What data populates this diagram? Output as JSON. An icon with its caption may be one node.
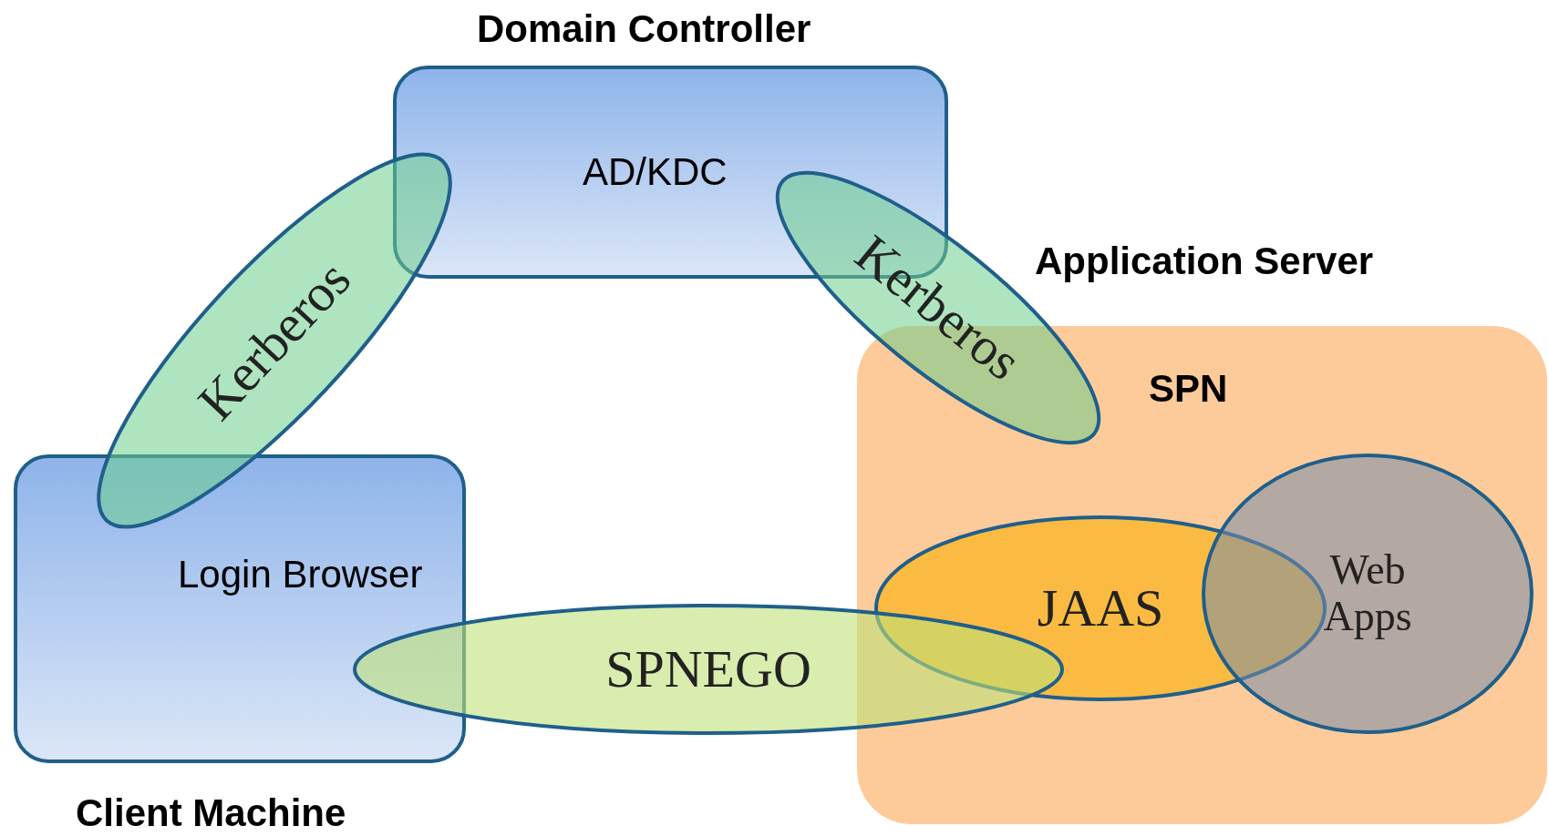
{
  "diagram": {
    "nodes": [
      {
        "text": [
          "Domain Controller",
          "AD/KDC"
        ]
      },
      {
        "text": [
          "Kerberos"
        ]
      },
      {
        "text": [
          "Kerberos"
        ]
      },
      {
        "text": [
          "Application Server",
          "SPN"
        ]
      },
      {
        "text": [
          "JAAS"
        ],
        "in": 3
      },
      {
        "text": [
          "Web Apps"
        ],
        "in": 3
      },
      {
        "text": [
          "Login Browser",
          "Client Machine"
        ]
      },
      {
        "text": [
          "SPNEGO"
        ]
      }
    ],
    "edges": []
  }
}
